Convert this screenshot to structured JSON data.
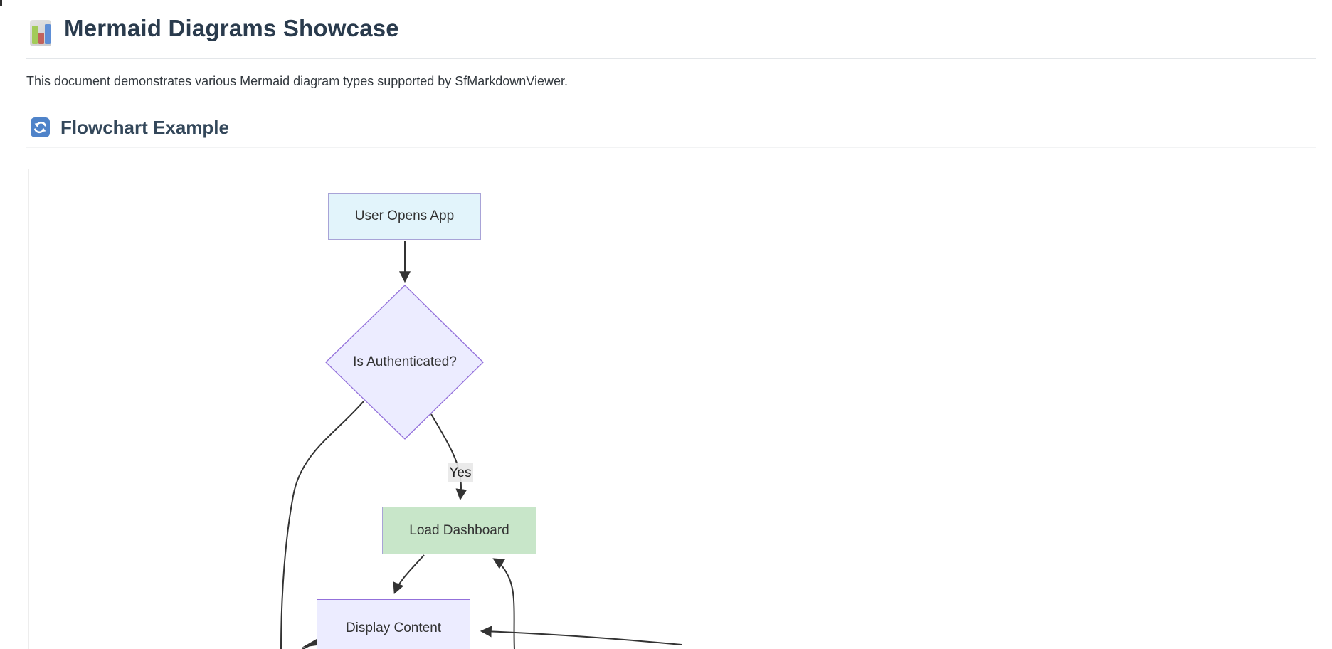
{
  "header": {
    "icon": "bar-chart-icon",
    "title": "Mermaid Diagrams Showcase",
    "subtitle": "This document demonstrates various Mermaid diagram types supported by SfMarkdownViewer."
  },
  "section": {
    "icon": "refresh-icon",
    "title": "Flowchart Example"
  },
  "flowchart": {
    "type": "flowchart",
    "direction": "top-down",
    "nodes": [
      {
        "id": "A",
        "label": "User Opens App",
        "shape": "rectangle",
        "fill": "#e2f4fb",
        "stroke": "#a8a3d7"
      },
      {
        "id": "B",
        "label": "Is Authenticated?",
        "shape": "diamond",
        "fill": "#ececff",
        "stroke": "#9370db"
      },
      {
        "id": "C",
        "label": "Load Dashboard",
        "shape": "rectangle",
        "fill": "#c8e6c9",
        "stroke": "#a8a3d7"
      },
      {
        "id": "D",
        "label": "Display Content",
        "shape": "rectangle",
        "fill": "#ececff",
        "stroke": "#9370db"
      }
    ],
    "edges": [
      {
        "from": "User Opens App",
        "to": "Is Authenticated?",
        "label": ""
      },
      {
        "from": "Is Authenticated?",
        "to": "Load Dashboard",
        "label": "Yes"
      },
      {
        "from": "Is Authenticated?",
        "to": "offscreen-below",
        "label": ""
      },
      {
        "from": "Load Dashboard",
        "to": "Display Content",
        "label": ""
      },
      {
        "from": "offscreen-below",
        "to": "Load Dashboard",
        "label": ""
      },
      {
        "from": "offscreen-below",
        "to": "Display Content",
        "label": ""
      },
      {
        "from": "Display Content",
        "to": "offscreen-below",
        "label": ""
      }
    ],
    "edge_color": "#333333",
    "edge_label_background": "#e8e8e8"
  },
  "colors": {
    "heading_text": "#2a3b4d",
    "body_text": "#32383e",
    "section_icon_blue": "#4f83c9",
    "divider": "#e3e6e9"
  }
}
